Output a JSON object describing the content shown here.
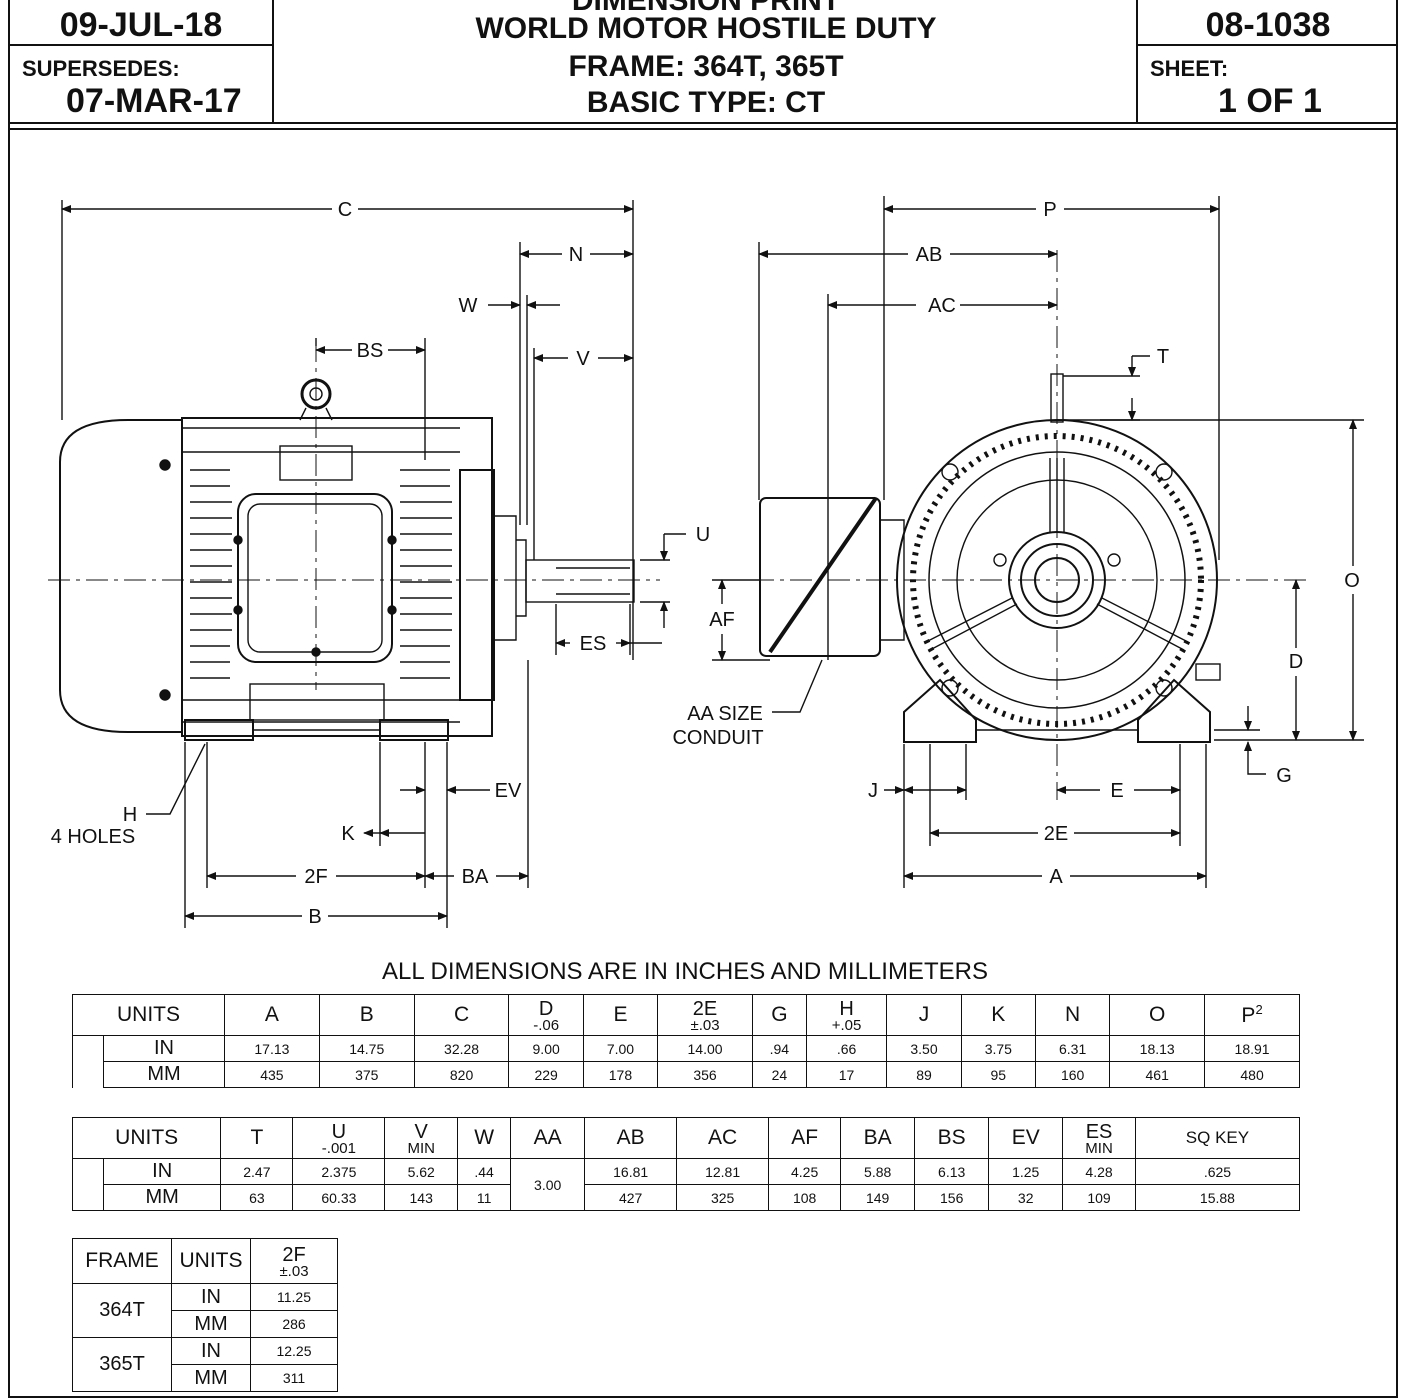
{
  "header": {
    "date": "09-JUL-18",
    "supersedes_label": "SUPERSEDES:",
    "supersedes_date": "07-MAR-17",
    "title_cut": "DIMENSION PRINT",
    "title_line1": "WORLD MOTOR HOSTILE DUTY",
    "title_line2": "FRAME: 364T, 365T",
    "title_line3": "BASIC TYPE: CT",
    "doc_number": "08-1038",
    "sheet_label": "SHEET:",
    "sheet_value": "1 OF 1"
  },
  "drawing_labels": {
    "C": "C",
    "N": "N",
    "W": "W",
    "V": "V",
    "BS": "BS",
    "U": "U",
    "ES": "ES",
    "H": "H",
    "holes": "4 HOLES",
    "K": "K",
    "EV": "EV",
    "F2": "2F",
    "BA": "BA",
    "B": "B",
    "P": "P",
    "AB": "AB",
    "AC": "AC",
    "T": "T",
    "O": "O",
    "AF": "AF",
    "D": "D",
    "aa_line1": "AA SIZE",
    "aa_line2": "CONDUIT",
    "G": "G",
    "J": "J",
    "E": "E",
    "E2": "2E",
    "A": "A"
  },
  "units_note": "ALL DIMENSIONS ARE IN INCHES AND MILLIMETERS",
  "table1": {
    "units_label": "UNITS",
    "headers": [
      {
        "name": "A",
        "sub": ""
      },
      {
        "name": "B",
        "sub": ""
      },
      {
        "name": "C",
        "sub": ""
      },
      {
        "name": "D",
        "sub": "-.06"
      },
      {
        "name": "E",
        "sub": ""
      },
      {
        "name": "2E",
        "sub": "±.03"
      },
      {
        "name": "G",
        "sub": ""
      },
      {
        "name": "H",
        "sub": "+.05"
      },
      {
        "name": "J",
        "sub": ""
      },
      {
        "name": "K",
        "sub": ""
      },
      {
        "name": "N",
        "sub": ""
      },
      {
        "name": "O",
        "sub": ""
      },
      {
        "name": "P",
        "sub": "",
        "sup": "2"
      }
    ],
    "rows": [
      {
        "unit": "IN",
        "values": [
          "17.13",
          "14.75",
          "32.28",
          "9.00",
          "7.00",
          "14.00",
          ".94",
          ".66",
          "3.50",
          "3.75",
          "6.31",
          "18.13",
          "18.91"
        ]
      },
      {
        "unit": "MM",
        "values": [
          "435",
          "375",
          "820",
          "229",
          "178",
          "356",
          "24",
          "17",
          "89",
          "95",
          "160",
          "461",
          "480"
        ]
      }
    ]
  },
  "table2": {
    "units_label": "UNITS",
    "headers": [
      {
        "name": "T",
        "sub": ""
      },
      {
        "name": "U",
        "sub": "-.001"
      },
      {
        "name": "V",
        "sub": "MIN"
      },
      {
        "name": "W",
        "sub": ""
      },
      {
        "name": "AA",
        "sub": ""
      },
      {
        "name": "AB",
        "sub": ""
      },
      {
        "name": "AC",
        "sub": ""
      },
      {
        "name": "AF",
        "sub": ""
      },
      {
        "name": "BA",
        "sub": ""
      },
      {
        "name": "BS",
        "sub": ""
      },
      {
        "name": "EV",
        "sub": ""
      },
      {
        "name": "ES",
        "sub": "MIN"
      },
      {
        "name": "SQ KEY",
        "sub": ""
      }
    ],
    "aa_value": "3.00",
    "rows": [
      {
        "unit": "IN",
        "values": [
          "2.47",
          "2.375",
          "5.62",
          ".44",
          "16.81",
          "12.81",
          "4.25",
          "5.88",
          "6.13",
          "1.25",
          "4.28",
          ".625"
        ]
      },
      {
        "unit": "MM",
        "values": [
          "63",
          "60.33",
          "143",
          "11",
          "427",
          "325",
          "108",
          "149",
          "156",
          "32",
          "109",
          "15.88"
        ]
      }
    ]
  },
  "table3": {
    "frame_label": "FRAME",
    "units_label": "UNITS",
    "col_name": "2F",
    "col_sub": "±.03",
    "frames": [
      {
        "frame": "364T",
        "in_label": "IN",
        "in_value": "11.25",
        "mm_label": "MM",
        "mm_value": "286"
      },
      {
        "frame": "365T",
        "in_label": "IN",
        "in_value": "12.25",
        "mm_label": "MM",
        "mm_value": "311"
      }
    ]
  }
}
